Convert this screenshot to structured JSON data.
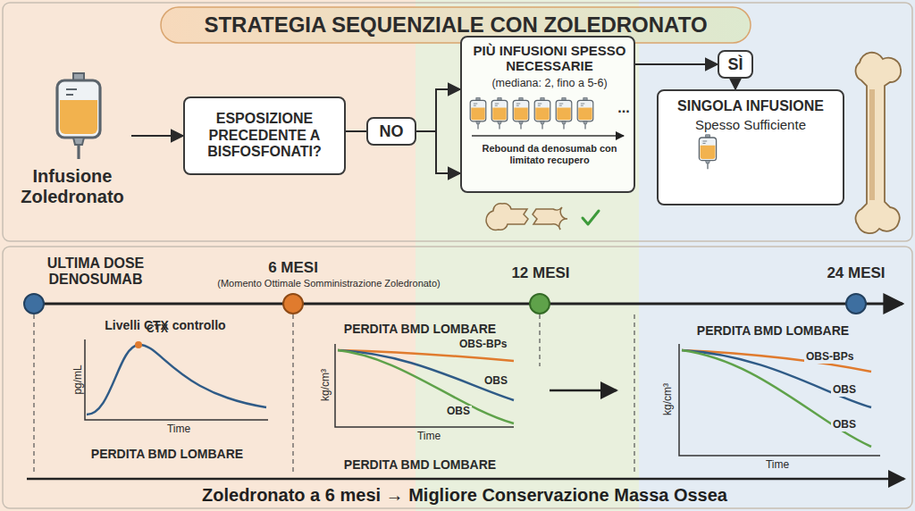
{
  "diagram": {
    "title": "STRATEGIA SEQUENZIALE CON ZOLEDRONATO",
    "caption": "Zoledronato a 6 mesi → Migliore Conservazione Massa Ossea",
    "nodes": [
      {
        "text": [
          "Infusione Zoledronato"
        ]
      },
      {
        "text": [
          "ESPOSIZIONE PRECEDENTE A BISFOSFONATI?"
        ]
      },
      {
        "text": [
          "NO"
        ]
      },
      {
        "text": [
          "PIÙ INFUSIONI SPESSO NECESSARIE",
          "(mediana: 2, fino a 5-6)",
          "...",
          "Rebound da denosumab con limitato recupero"
        ]
      },
      {
        "text": [
          "SÌ"
        ]
      },
      {
        "text": [
          "SINGOLA INFUSIONE",
          "Spesso Sufficiente"
        ]
      }
    ],
    "edges": [
      {
        "from": 0,
        "to": 1,
        "arrow": "to"
      },
      {
        "from": 1,
        "to": 2,
        "arrow": "none"
      },
      {
        "from": 2,
        "to": 3,
        "arrow": "to"
      },
      {
        "from": 3,
        "to": 4,
        "arrow": "to"
      },
      {
        "from": 4,
        "to": 5,
        "arrow": "to"
      }
    ],
    "labels": [
      "ULTIMA DOSE DENOSUMAB",
      "6 MESI",
      "(Momento Ottimale Somministrazione Zoledronato)",
      "12 MESI",
      "24 MESI",
      "Livelli CTX controllo",
      "pg/mL",
      "CTX",
      "Time",
      "PERDITA BMD LOMBARE",
      "PERDITA BMD LOMBARE",
      "kg/cm³",
      "OBS-BPs",
      "OBS",
      "OBS",
      "Time",
      "PERDITA BMD LOMBARE",
      "PERDITA BMD LOMBARE",
      "kg/cm³",
      "OBS-BPs",
      "OBS",
      "OBS",
      "Time"
    ]
  }
}
